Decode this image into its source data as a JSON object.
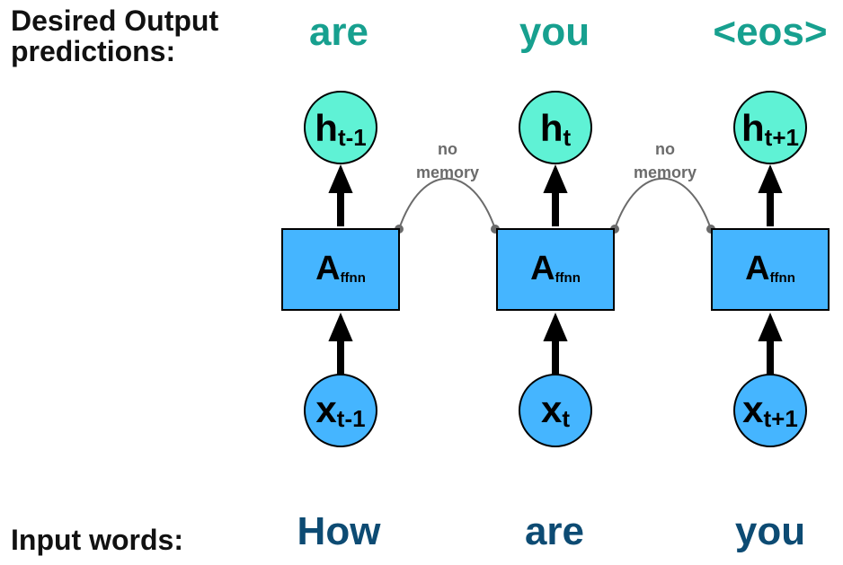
{
  "labels": {
    "predictions_line1": "Desired Output",
    "predictions_line2": "predictions:",
    "inputs": "Input words:"
  },
  "predictions": [
    "are",
    "you",
    "<eos>"
  ],
  "inputs": [
    "How",
    "are",
    "you"
  ],
  "hidden_states": [
    {
      "main": "h",
      "sub": "t-1"
    },
    {
      "main": "h",
      "sub": "t"
    },
    {
      "main": "h",
      "sub": "t+1"
    }
  ],
  "blocks": [
    {
      "main": "A",
      "sub": "ffnn"
    },
    {
      "main": "A",
      "sub": "ffnn"
    },
    {
      "main": "A",
      "sub": "ffnn"
    }
  ],
  "input_states": [
    {
      "main": "x",
      "sub": "t-1"
    },
    {
      "main": "x",
      "sub": "t"
    },
    {
      "main": "x",
      "sub": "t+1"
    }
  ],
  "connectors": [
    {
      "line1": "no",
      "line2": "memory"
    },
    {
      "line1": "no",
      "line2": "memory"
    }
  ],
  "colors": {
    "hidden_fill": "#5ff2d5",
    "block_fill": "#45b5ff",
    "input_fill": "#45b5ff",
    "prediction_text": "#17a08f",
    "input_text": "#0d4b73",
    "connector": "#6b6b6b"
  }
}
